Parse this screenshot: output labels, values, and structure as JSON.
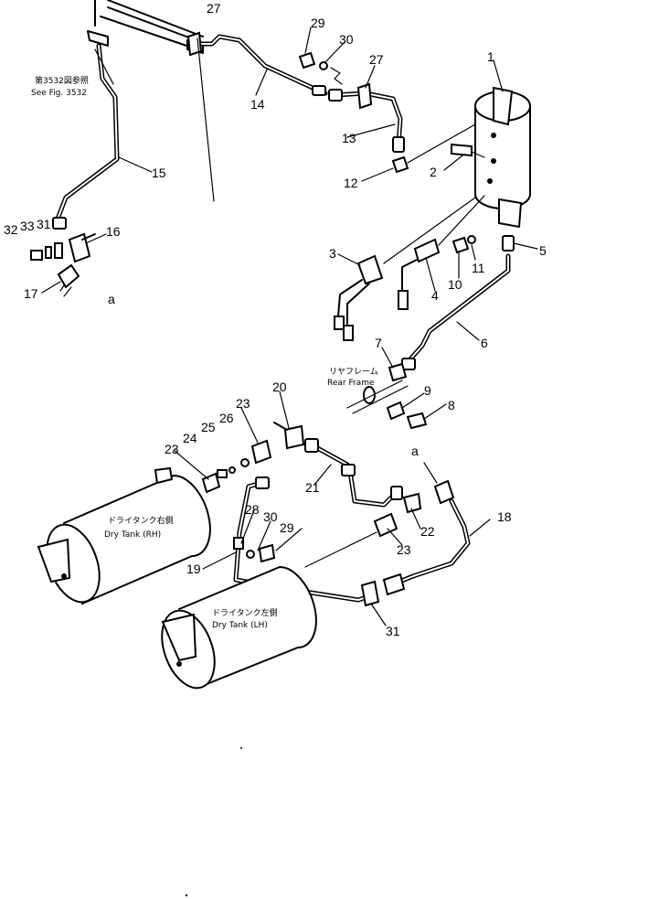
{
  "callouts": {
    "c1": "1",
    "c2": "2",
    "c3": "3",
    "c4": "4",
    "c5": "5",
    "c6": "6",
    "c7": "7",
    "c8": "8",
    "c9": "9",
    "c10": "10",
    "c11": "11",
    "c12": "12",
    "c13": "13",
    "c14": "14",
    "c15": "15",
    "c16": "16",
    "c17": "17",
    "c18": "18",
    "c19": "19",
    "c20": "20",
    "c21": "21",
    "c22": "22",
    "c23a": "23",
    "c23b": "23",
    "c23c": "23",
    "c24": "24",
    "c25": "25",
    "c26": "26",
    "c27a": "27",
    "c27b": "27",
    "c28": "28",
    "c29a": "29",
    "c29b": "29",
    "c30a": "30",
    "c30b": "30",
    "c31a": "31",
    "c31b": "31",
    "c32": "32",
    "c33": "33",
    "a1": "a",
    "a2": "a"
  },
  "notes": {
    "see_fig_jp": "第3532図参照",
    "see_fig_en": "See Fig. 3532",
    "rear_frame_jp": "リヤフレーム",
    "rear_frame_en": "Rear Frame",
    "dry_tank_rh_jp": "ドライタンク右側",
    "dry_tank_rh_en": "Dry Tank (RH)",
    "dry_tank_lh_jp": "ドライタンク左側",
    "dry_tank_lh_en": "Dry Tank (LH)"
  }
}
